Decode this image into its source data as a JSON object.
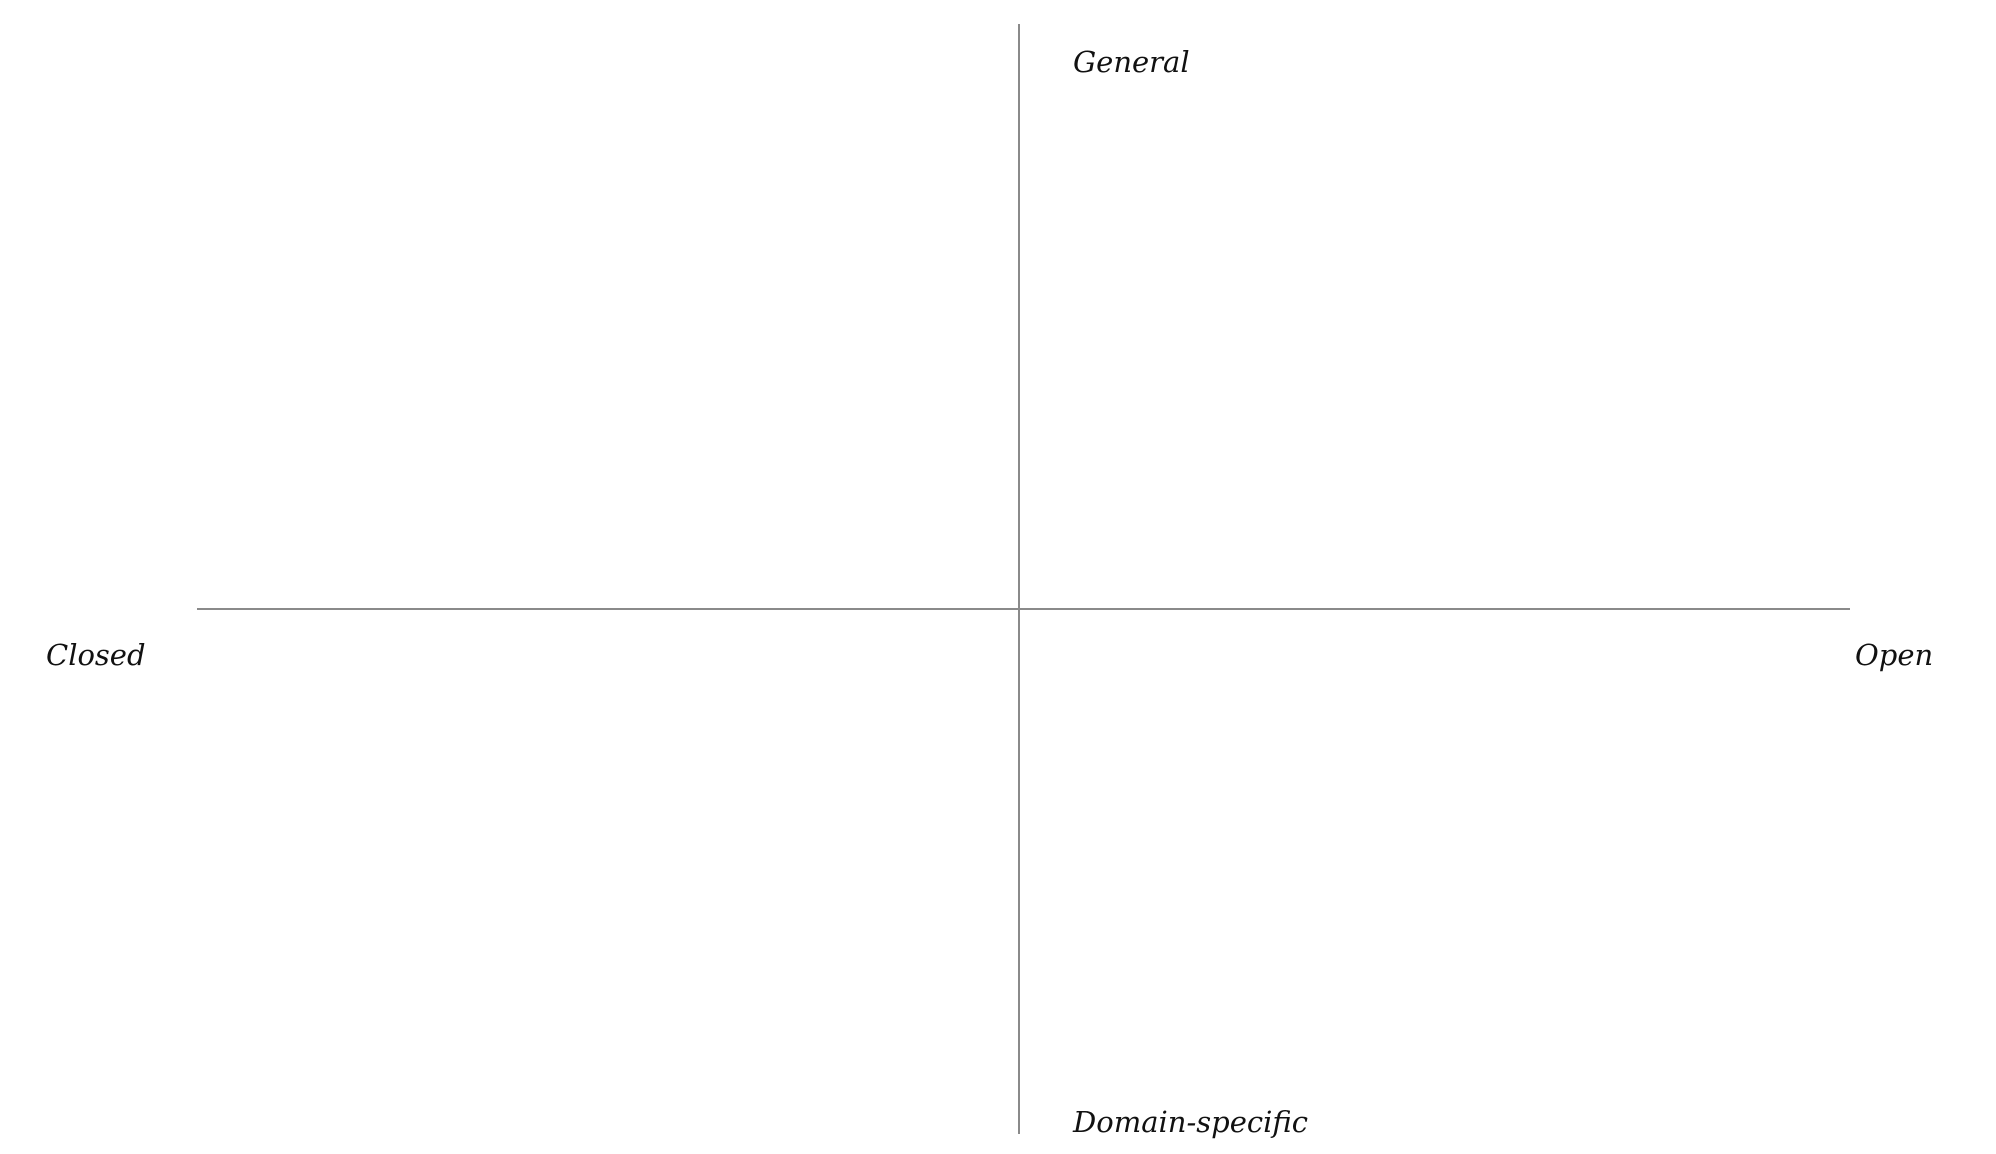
{
  "axes": {
    "vertical": {
      "top_label": "General",
      "bottom_label": "Domain-specific"
    },
    "horizontal": {
      "left_label": "Closed",
      "right_label": "Open"
    },
    "line_color": "#8a8a8a"
  }
}
